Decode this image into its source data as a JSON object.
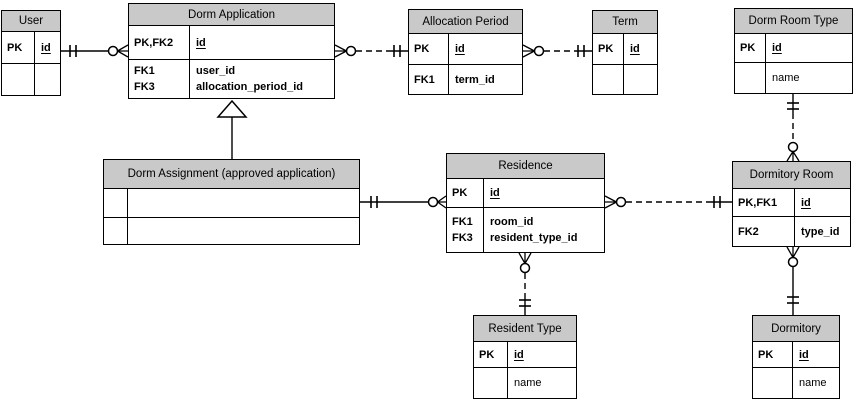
{
  "diagram": {
    "type": "entity-relationship-diagram",
    "notation": "crow's foot",
    "colors": {
      "header_bg": "#c9c9c9",
      "border": "#000000",
      "line": "#000000",
      "background": "#ffffff",
      "text": "#000000"
    },
    "entities": {
      "user": {
        "title": "User",
        "rows": [
          {
            "key": "PK",
            "value": "id",
            "pk": true
          },
          {
            "key": "",
            "value": ""
          }
        ]
      },
      "dorm_application": {
        "title": "Dorm Application",
        "rows": [
          {
            "key": "PK,FK2",
            "value": "id",
            "pk": true
          },
          {
            "key": "FK1\nFK3",
            "value": "user_id\nallocation_period_id"
          }
        ]
      },
      "allocation_period": {
        "title": "Allocation Period",
        "rows": [
          {
            "key": "PK",
            "value": "id",
            "pk": true
          },
          {
            "key": "FK1",
            "value": "term_id"
          }
        ]
      },
      "term": {
        "title": "Term",
        "rows": [
          {
            "key": "PK",
            "value": "id",
            "pk": true
          },
          {
            "key": "",
            "value": ""
          }
        ]
      },
      "dorm_room_type": {
        "title": "Dorm Room Type",
        "rows": [
          {
            "key": "PK",
            "value": "id",
            "pk": true
          },
          {
            "key": "",
            "value": "name"
          }
        ]
      },
      "dorm_assignment": {
        "title": "Dorm Assignment (approved application)",
        "rows": [
          {
            "key": "",
            "value": ""
          },
          {
            "key": "",
            "value": ""
          }
        ]
      },
      "residence": {
        "title": "Residence",
        "rows": [
          {
            "key": "PK",
            "value": "id",
            "pk": true
          },
          {
            "key": "FK1\nFK3",
            "value": "room_id\nresident_type_id"
          }
        ]
      },
      "dormitory_room": {
        "title": "Dormitory Room",
        "rows": [
          {
            "key": "PK,FK1",
            "value": "id",
            "pk": true
          },
          {
            "key": "FK2",
            "value": "type_id"
          }
        ]
      },
      "resident_type": {
        "title": "Resident Type",
        "rows": [
          {
            "key": "PK",
            "value": "id",
            "pk": true
          },
          {
            "key": "",
            "value": "name"
          }
        ]
      },
      "dormitory": {
        "title": "Dormitory",
        "rows": [
          {
            "key": "PK",
            "value": "id",
            "pk": true
          },
          {
            "key": "",
            "value": "name"
          }
        ]
      }
    },
    "relationships": [
      {
        "from": "User",
        "to": "Dorm Application",
        "from_cardinality": "exactly one",
        "to_cardinality": "zero or many",
        "line": "solid"
      },
      {
        "from": "Dorm Application",
        "to": "Allocation Period",
        "from_cardinality": "zero or many",
        "to_cardinality": "exactly one",
        "line": "dashed"
      },
      {
        "from": "Allocation Period",
        "to": "Term",
        "from_cardinality": "zero or many",
        "to_cardinality": "exactly one",
        "line": "dashed"
      },
      {
        "from": "Dorm Assignment (approved application)",
        "to": "Dorm Application",
        "type": "subtype-inheritance",
        "line": "solid"
      },
      {
        "from": "Dorm Assignment (approved application)",
        "to": "Residence",
        "from_cardinality": "exactly one",
        "to_cardinality": "zero or many",
        "line": "solid"
      },
      {
        "from": "Residence",
        "to": "Dormitory Room",
        "from_cardinality": "zero or many",
        "to_cardinality": "exactly one",
        "line": "dashed"
      },
      {
        "from": "Residence",
        "to": "Resident Type",
        "from_cardinality": "zero or many",
        "to_cardinality": "exactly one",
        "line": "dashed"
      },
      {
        "from": "Dorm Room Type",
        "to": "Dormitory Room",
        "from_cardinality": "exactly one",
        "to_cardinality": "zero or many",
        "line": "dashed"
      },
      {
        "from": "Dormitory Room",
        "to": "Dormitory",
        "from_cardinality": "zero or many",
        "to_cardinality": "exactly one",
        "line": "solid"
      }
    ]
  }
}
